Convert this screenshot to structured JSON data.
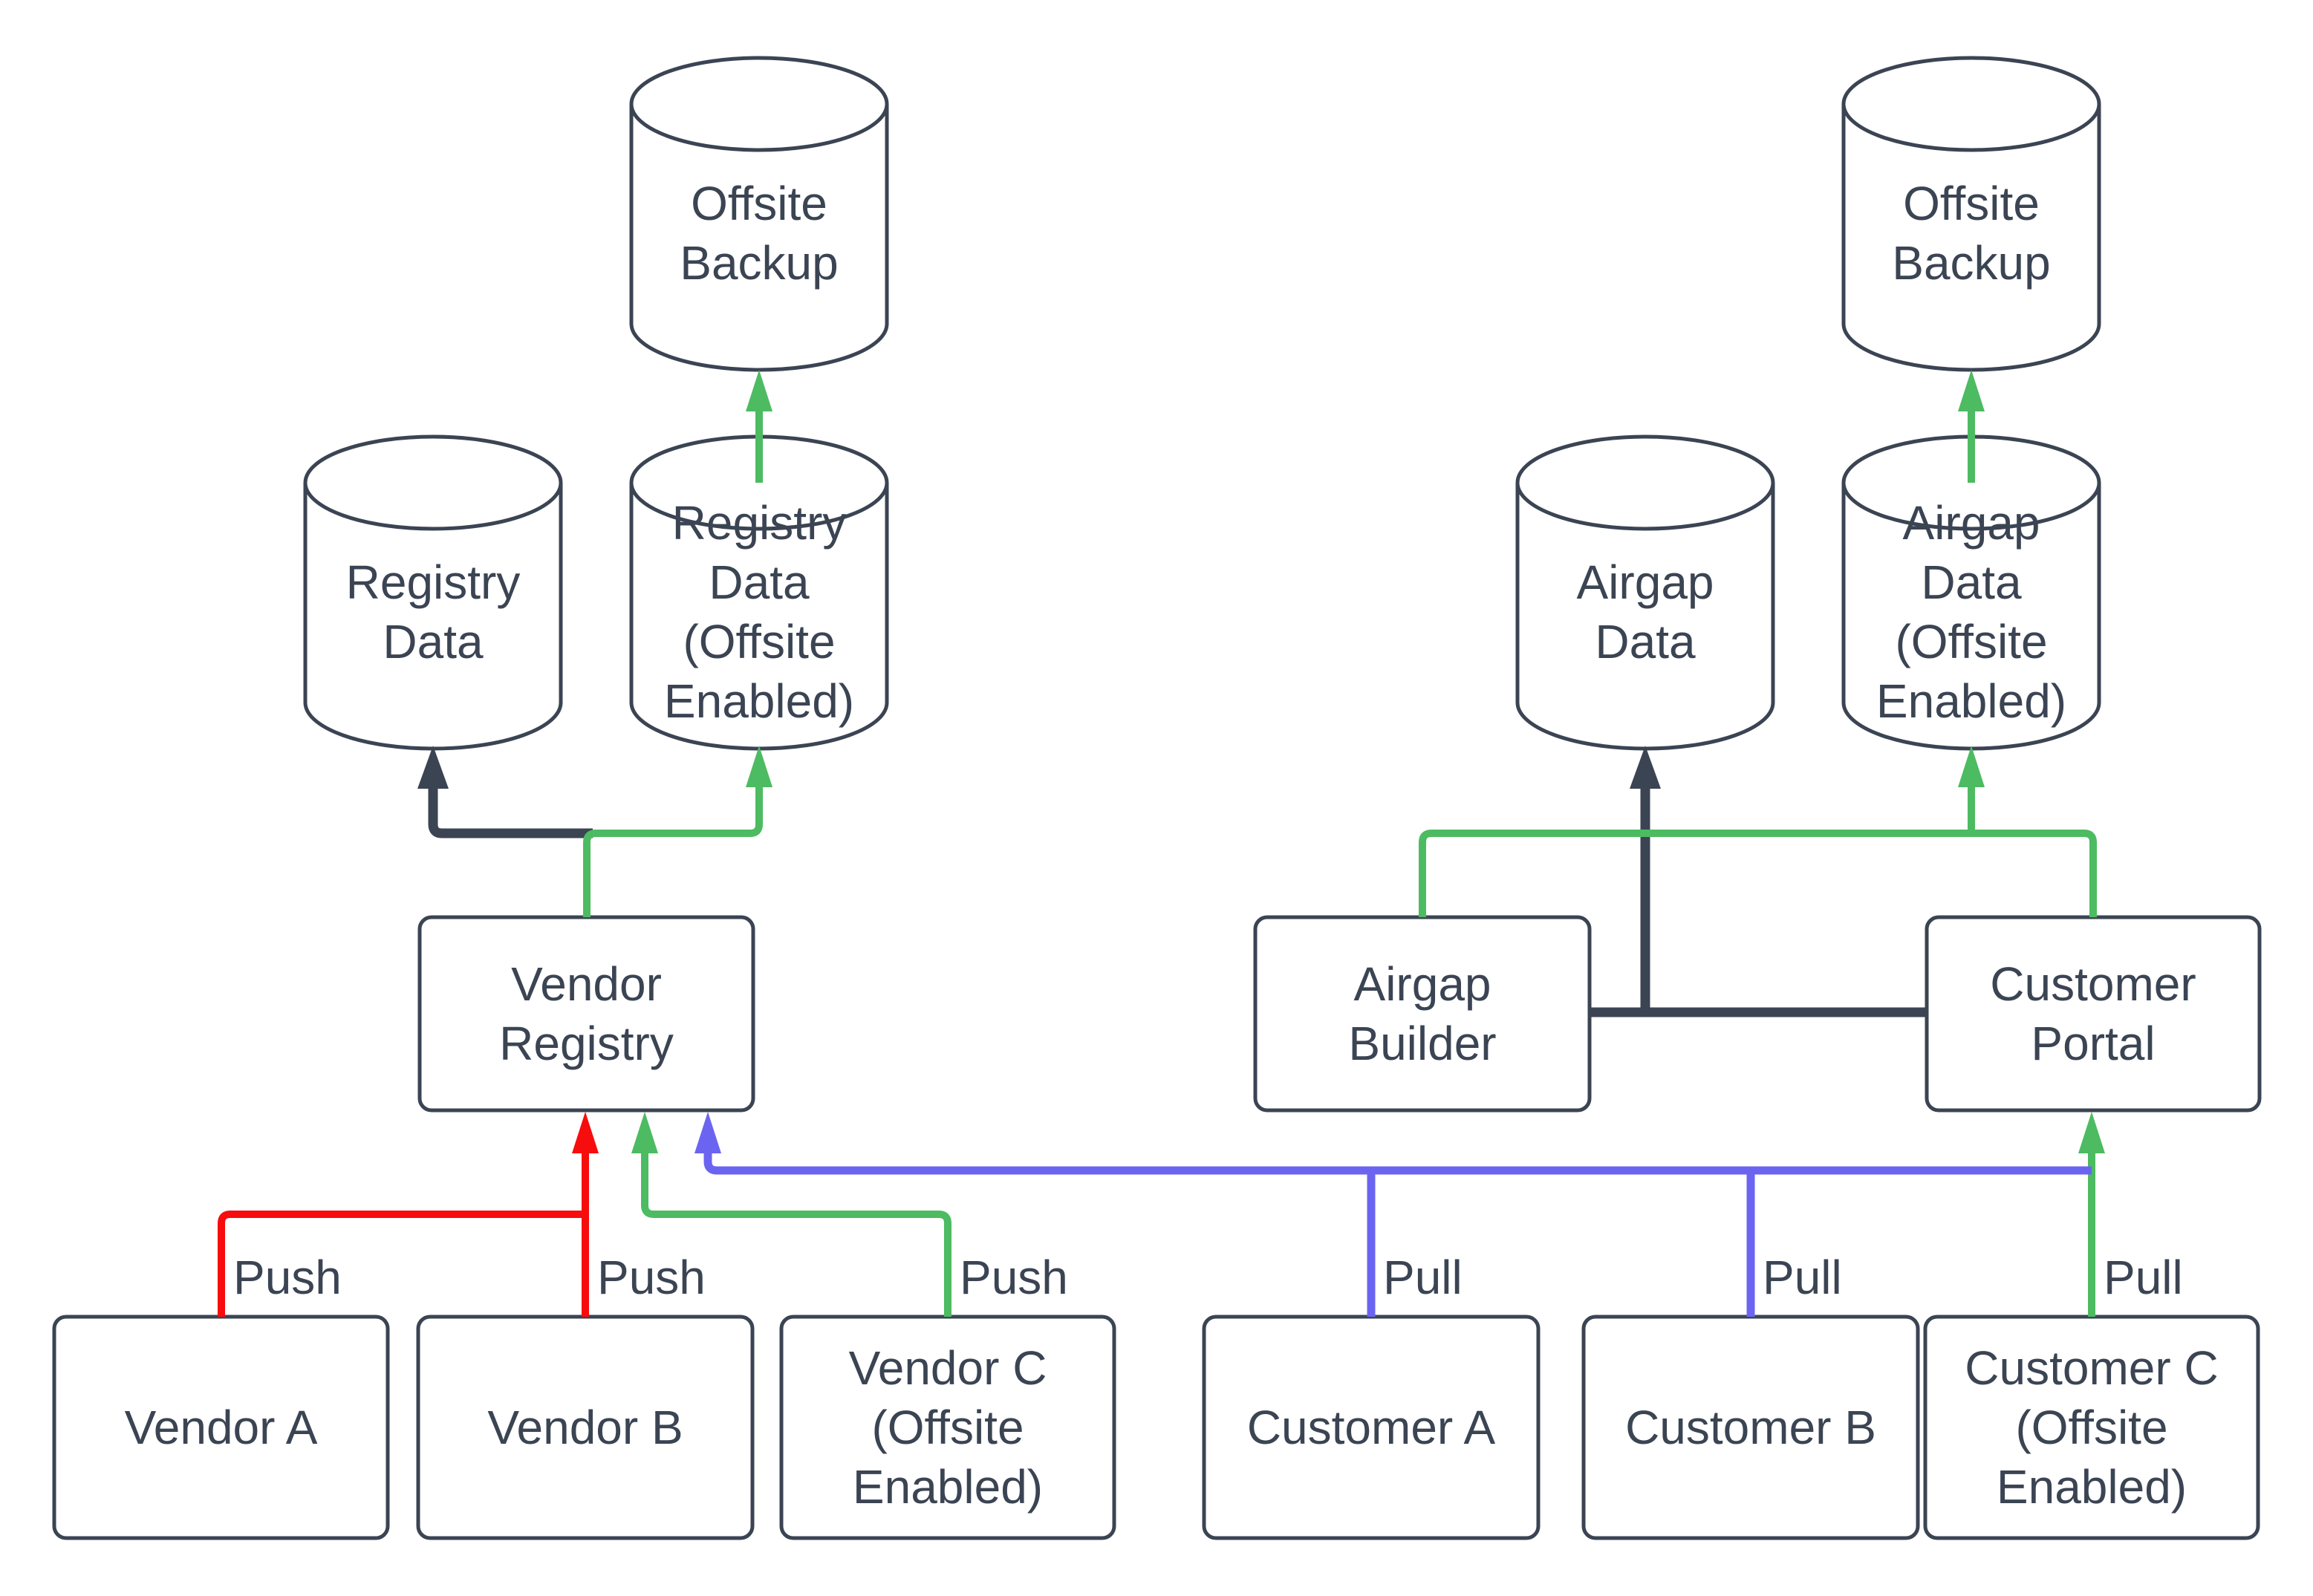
{
  "colors": {
    "ink": "#3b4453",
    "red": "#f70d0d",
    "green": "#4dbb61",
    "blue": "#6b64f1",
    "node_fill": "#ffffff"
  },
  "nodes": {
    "offsite_backup_left": {
      "label": "Offsite\nBackup",
      "shape": "cylinder"
    },
    "offsite_backup_right": {
      "label": "Offsite\nBackup",
      "shape": "cylinder"
    },
    "registry_data": {
      "label": "Registry\nData",
      "shape": "cylinder"
    },
    "registry_data_offsite": {
      "label": "Registry\nData\n(Offsite\nEnabled)",
      "shape": "cylinder"
    },
    "airgap_data": {
      "label": "Airgap\nData",
      "shape": "cylinder"
    },
    "airgap_data_offsite": {
      "label": "Airgap\nData\n(Offsite\nEnabled)",
      "shape": "cylinder"
    },
    "vendor_registry": {
      "label": "Vendor\nRegistry",
      "shape": "box"
    },
    "airgap_builder": {
      "label": "Airgap\nBuilder",
      "shape": "box"
    },
    "customer_portal": {
      "label": "Customer\nPortal",
      "shape": "box"
    },
    "vendor_a": {
      "label": "Vendor A",
      "shape": "box"
    },
    "vendor_b": {
      "label": "Vendor B",
      "shape": "box"
    },
    "vendor_c": {
      "label": "Vendor C\n(Offsite\nEnabled)",
      "shape": "box"
    },
    "customer_a": {
      "label": "Customer A",
      "shape": "box"
    },
    "customer_b": {
      "label": "Customer B",
      "shape": "box"
    },
    "customer_c": {
      "label": "Customer C\n(Offsite\nEnabled)",
      "shape": "box"
    }
  },
  "edge_labels": {
    "push_vendor_a": "Push",
    "push_vendor_b": "Push",
    "push_vendor_c": "Push",
    "pull_customer_a": "Pull",
    "pull_customer_b": "Pull",
    "pull_customer_c": "Pull"
  },
  "edges": [
    {
      "from": "vendor_a",
      "to": "vendor_registry",
      "label": "Push",
      "color": "#f70d0d"
    },
    {
      "from": "vendor_b",
      "to": "vendor_registry",
      "label": "Push",
      "color": "#f70d0d"
    },
    {
      "from": "vendor_c",
      "to": "vendor_registry",
      "label": "Push",
      "color": "#4dbb61"
    },
    {
      "from": "customer_a",
      "to": "vendor_registry",
      "label": "Pull",
      "color": "#6b64f1"
    },
    {
      "from": "customer_b",
      "to": "vendor_registry",
      "label": "Pull",
      "color": "#6b64f1"
    },
    {
      "from": "customer_c",
      "to": "customer_portal",
      "label": "Pull",
      "color": "#4dbb61"
    },
    {
      "from": "vendor_registry",
      "to": "registry_data",
      "label": "",
      "color": "#3b4453"
    },
    {
      "from": "vendor_registry",
      "to": "registry_data_offsite",
      "label": "",
      "color": "#4dbb61"
    },
    {
      "from": "registry_data_offsite",
      "to": "offsite_backup_left",
      "label": "",
      "color": "#4dbb61"
    },
    {
      "from": "airgap_builder",
      "to": "customer_portal",
      "label": "",
      "color": "#3b4453"
    },
    {
      "from": "customer_portal",
      "to": "airgap_data",
      "label": "",
      "color": "#3b4453"
    },
    {
      "from": "customer_portal",
      "to": "airgap_data_offsite",
      "label": "",
      "color": "#4dbb61"
    },
    {
      "from": "customer_portal",
      "to": "airgap_builder",
      "label": "",
      "color": "#4dbb61"
    },
    {
      "from": "airgap_data_offsite",
      "to": "offsite_backup_right",
      "label": "",
      "color": "#4dbb61"
    }
  ]
}
